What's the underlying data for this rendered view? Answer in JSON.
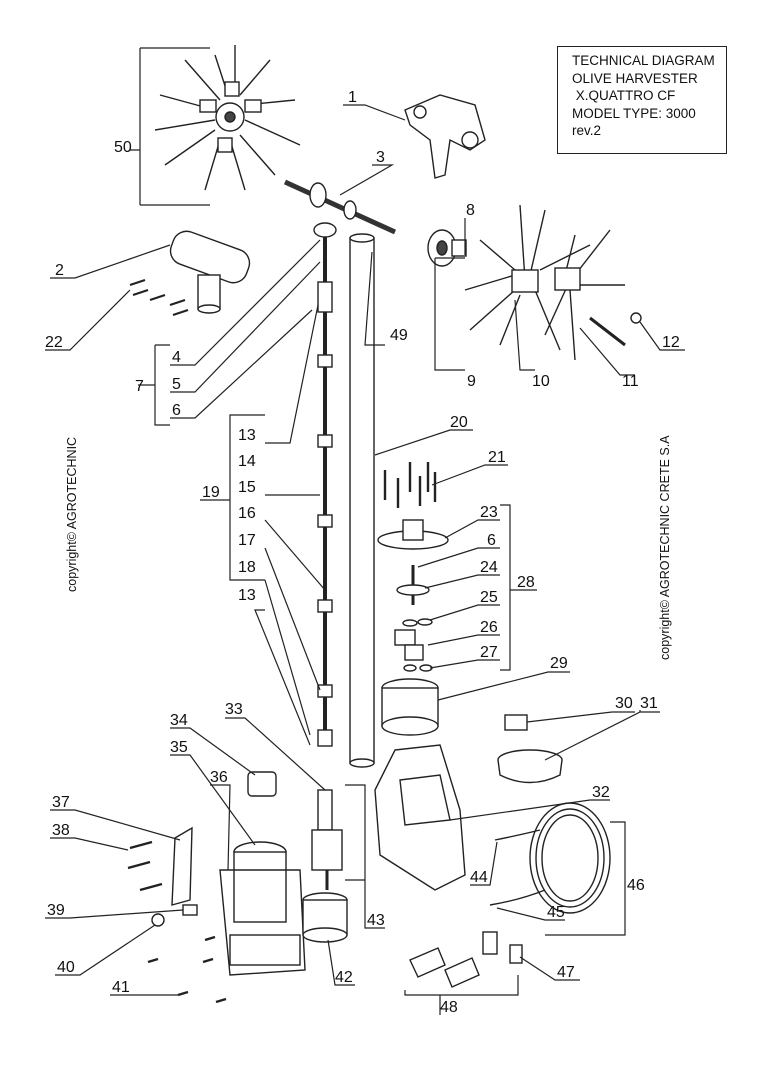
{
  "title_block": {
    "lines": [
      "TECHNICAL DIAGRAM",
      "OLIVE HARVESTER",
      " X.QUATTRO CF",
      "MODEL TYPE: 3000",
      "rev.2"
    ]
  },
  "copyright": {
    "left": "copyright© AGROTECHNIC",
    "right": "copyright© AGROTECHNIC CRETE S.A"
  },
  "part_labels": [
    "1",
    "2",
    "3",
    "4",
    "5",
    "6",
    "6",
    "7",
    "8",
    "9",
    "10",
    "11",
    "12",
    "13",
    "13",
    "14",
    "15",
    "16",
    "17",
    "18",
    "19",
    "20",
    "21",
    "22",
    "23",
    "24",
    "25",
    "26",
    "27",
    "28",
    "29",
    "30",
    "31",
    "32",
    "33",
    "34",
    "35",
    "36",
    "37",
    "38",
    "39",
    "40",
    "41",
    "42",
    "43",
    "44",
    "45",
    "46",
    "47",
    "48",
    "49",
    "50"
  ]
}
